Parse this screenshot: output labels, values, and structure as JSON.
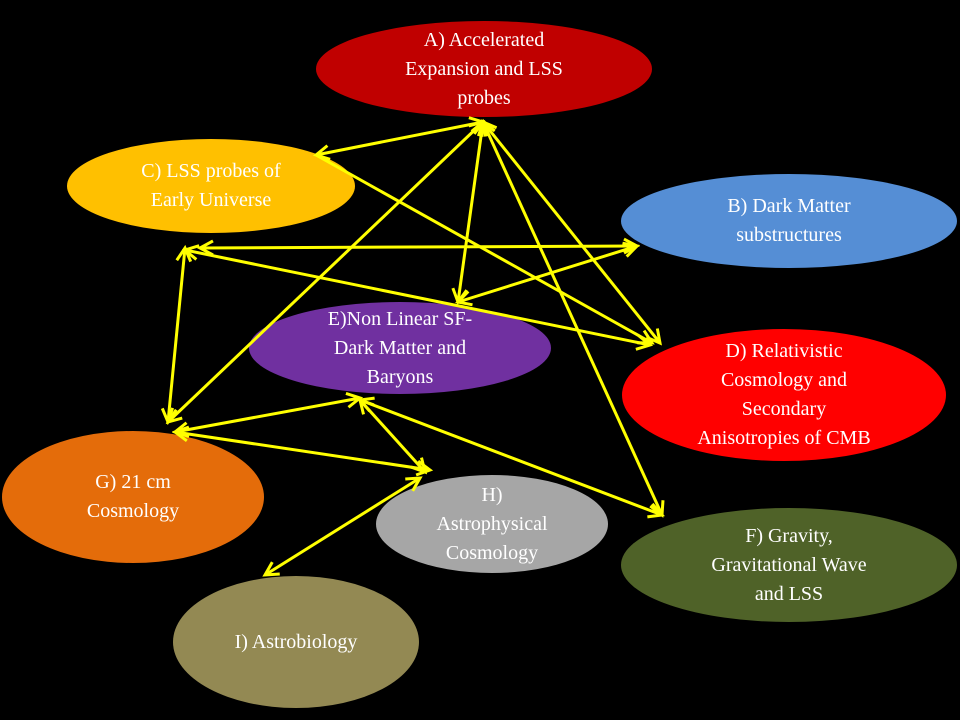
{
  "diagram": {
    "background": "#000000",
    "edge_color": "#ffff00",
    "nodes": [
      {
        "id": "A",
        "label": "A) Accelerated\nExpansion and LSS\nprobes",
        "color": "#c00000"
      },
      {
        "id": "B",
        "label": "B) Dark Matter\nsubstructures",
        "color": "#558ed5"
      },
      {
        "id": "C",
        "label": "C) LSS probes of\nEarly Universe",
        "color": "#ffc000"
      },
      {
        "id": "D",
        "label": "D) Relativistic\nCosmology  and\nSecondary\nAnisotropies of CMB",
        "color": "#ff0000"
      },
      {
        "id": "E",
        "label": "E)Non Linear SF-\nDark Matter and\nBaryons",
        "color": "#7030a0"
      },
      {
        "id": "F",
        "label": "F) Gravity,\nGravitational Wave\nand LSS",
        "color": "#4f6228"
      },
      {
        "id": "G",
        "label": "G) 21 cm\nCosmology",
        "color": "#e46c0a"
      },
      {
        "id": "H",
        "label": "H)\nAstrophysical\nCosmology",
        "color": "#a6a6a6"
      },
      {
        "id": "I",
        "label": "I) Astrobiology",
        "color": "#938953"
      }
    ],
    "edges": [
      {
        "from": "A",
        "to": "C",
        "direction": "both"
      },
      {
        "from": "A",
        "to": "E",
        "direction": "both"
      },
      {
        "from": "A",
        "to": "G",
        "direction": "both"
      },
      {
        "from": "A",
        "to": "D",
        "direction": "both"
      },
      {
        "from": "A",
        "to": "F",
        "direction": "both"
      },
      {
        "from": "C",
        "to": "D",
        "direction": "forward"
      },
      {
        "from": "C",
        "to": "G",
        "direction": "both"
      },
      {
        "from": "C",
        "to": "B",
        "direction": "both"
      },
      {
        "from": "C",
        "to": "D",
        "direction": "both",
        "variant": "lower"
      },
      {
        "from": "E",
        "to": "B",
        "direction": "both"
      },
      {
        "from": "G",
        "to": "E",
        "direction": "both"
      },
      {
        "from": "G",
        "to": "H",
        "direction": "both"
      },
      {
        "from": "E",
        "to": "H",
        "direction": "both"
      },
      {
        "from": "E",
        "to": "F",
        "direction": "both"
      },
      {
        "from": "H",
        "to": "I",
        "direction": "both"
      }
    ]
  }
}
